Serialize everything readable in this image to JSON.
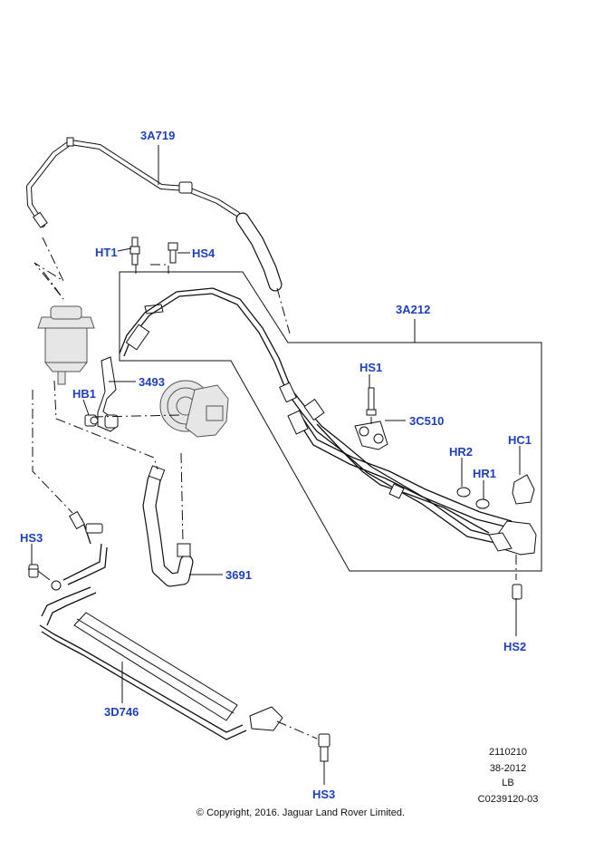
{
  "labels": {
    "hose_3A719": "3A719",
    "line_3A212": "3A212",
    "hose_3691": "3691",
    "cooler_3D746": "3D746",
    "bracket_3493": "3493",
    "clamp_3C510": "3C510",
    "bolt_HT1": "HT1",
    "bolt_HS4": "HS4",
    "bolt_HB1": "HB1",
    "bolt_HS1": "HS1",
    "bolt_HS2": "HS2",
    "bolt_HS3_top": "HS3",
    "bolt_HS3_bottom": "HS3",
    "clip_HR2": "HR2",
    "clip_HR1": "HR1",
    "clip_HC1": "HC1"
  },
  "reference": {
    "line1": "2110210",
    "line2": "38-2012",
    "line3": "LB",
    "line4": "C0239120-03"
  },
  "copyright": "© Copyright, 2016. Jaguar Land Rover Limited.",
  "colors": {
    "label": "#1f3fbf",
    "line": "#111111",
    "background": "#ffffff"
  }
}
